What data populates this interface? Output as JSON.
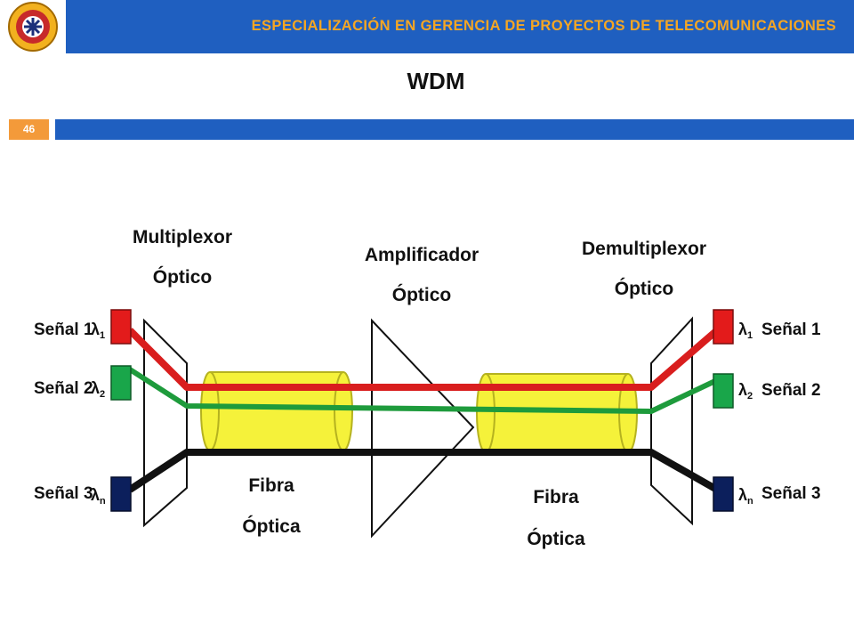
{
  "header": {
    "program_title": "ESPECIALIZACIÓN EN GERENCIA DE PROYECTOS DE TELECOMUNICACIONES",
    "logo": "university-seal-icon"
  },
  "slide": {
    "title": "WDM",
    "number": "46"
  },
  "diagram": {
    "multiplexor": [
      "Multiplexor",
      "Óptico"
    ],
    "amplificador": [
      "Amplificador",
      "Óptico"
    ],
    "demultiplexor": [
      "Demultiplexor",
      "Óptico"
    ],
    "fibra_left": [
      "Fibra",
      "Óptica"
    ],
    "fibra_right": [
      "Fibra",
      "Óptica"
    ],
    "signals_in": [
      {
        "label": "Señal 1",
        "lambda": "λ1",
        "color": "#e31b1b"
      },
      {
        "label": "Señal 2",
        "lambda": "λ2",
        "color": "#19a64a"
      },
      {
        "label": "Señal 3",
        "lambda": "λn",
        "color": "#0c1f5c"
      }
    ],
    "signals_out": [
      {
        "label": "Señal 1",
        "lambda": "λ1",
        "color": "#e31b1b"
      },
      {
        "label": "Señal 2",
        "lambda": "λ2",
        "color": "#19a64a"
      },
      {
        "label": "Señal 3",
        "lambda": "λn",
        "color": "#0c1f5c"
      }
    ],
    "colors": {
      "fiber": "#f5f23a",
      "line_red": "#d91e1e",
      "line_green": "#1e9b3c",
      "line_black": "#111111"
    }
  }
}
